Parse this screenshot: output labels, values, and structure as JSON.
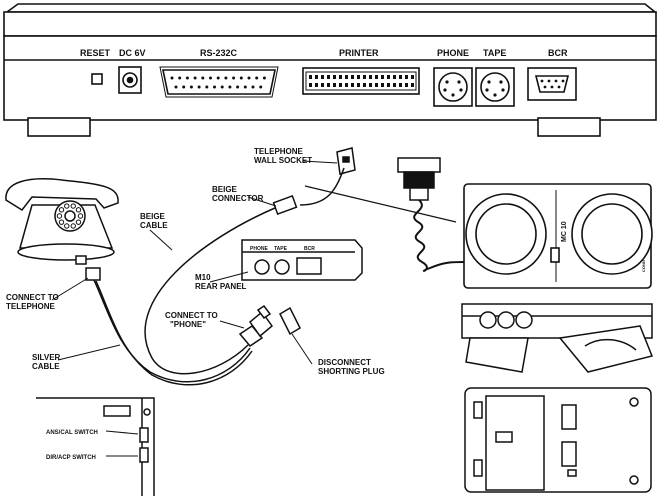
{
  "rear_panel": {
    "ports": [
      "RESET",
      "DC 6V",
      "RS-232C",
      "PRINTER",
      "PHONE",
      "TAPE",
      "BCR"
    ]
  },
  "callouts": {
    "telephone_wall_socket": [
      "TELEPHONE",
      "WALL SOCKET"
    ],
    "beige_connector": [
      "BEIGE",
      "CONNECTOR"
    ],
    "beige_cable": [
      "BEIGE",
      "CABLE"
    ],
    "m10_rear_panel": [
      "M10",
      "REAR PANEL"
    ],
    "connect_to_telephone": [
      "CONNECT TO",
      "TELEPHONE"
    ],
    "connect_to_phone": [
      "CONNECT TO",
      "\"PHONE\""
    ],
    "silver_cable": [
      "SILVER",
      "CABLE"
    ],
    "disconnect_shorting_plug": [
      "DISCONNECT",
      "SHORTING PLUG"
    ],
    "ans_cal_switch": "ANS/CAL SWITCH",
    "dir_acp_switch": "DIR/ACP SWITCH"
  },
  "mini_panel_ports": [
    "PHONE",
    "TAPE",
    "BCR"
  ],
  "coupler": {
    "model": "MC 10",
    "small_text": "CONN"
  }
}
